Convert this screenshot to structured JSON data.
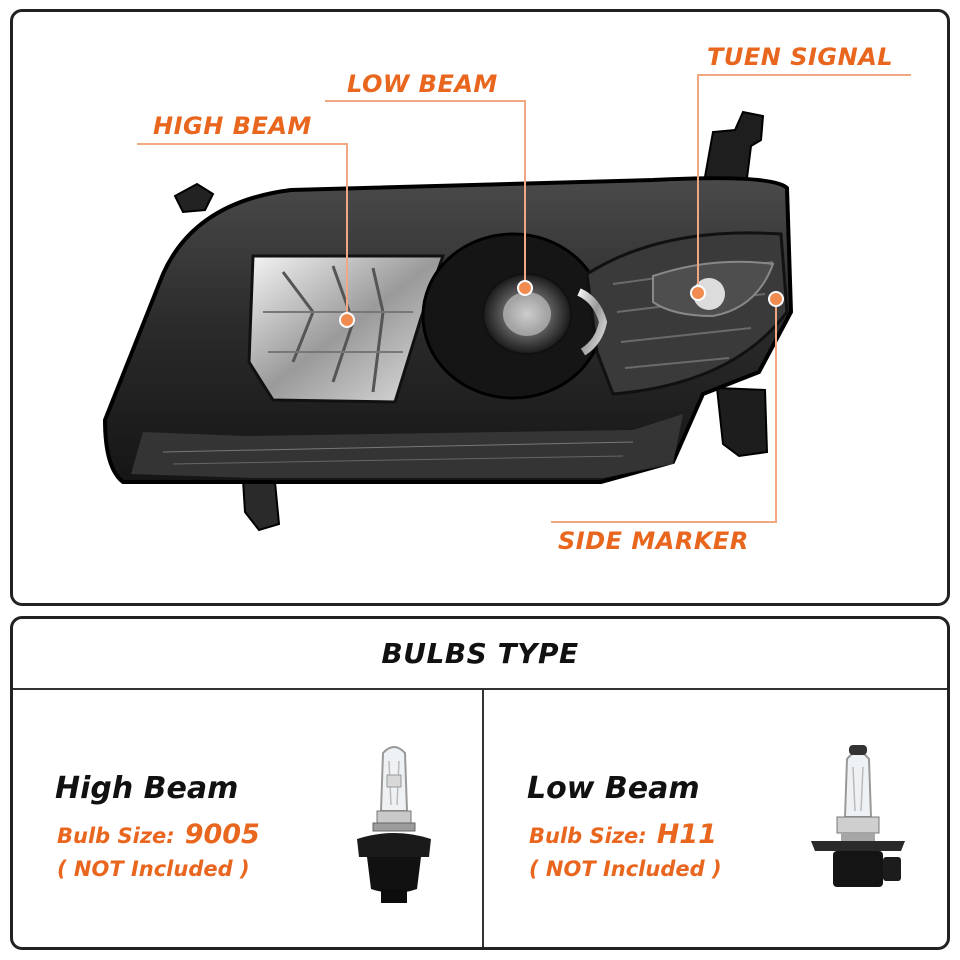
{
  "colors": {
    "accent": "#e8661e",
    "text_dark": "#111111",
    "border": "#222222"
  },
  "callouts": {
    "high_beam": "HIGH BEAM",
    "low_beam": "LOW BEAM",
    "turn_signal": "TUEN SIGNAL",
    "side_marker": "SIDE MARKER"
  },
  "bulbs": {
    "title": "BULBS TYPE",
    "size_label": "Bulb Size:",
    "items": [
      {
        "name": "High Beam",
        "size": "9005",
        "note": "( NOT Included )",
        "icon": "bulb-9005-icon"
      },
      {
        "name": "Low Beam",
        "size": "H11",
        "note": "( NOT Included )",
        "icon": "bulb-h11-icon"
      }
    ]
  }
}
